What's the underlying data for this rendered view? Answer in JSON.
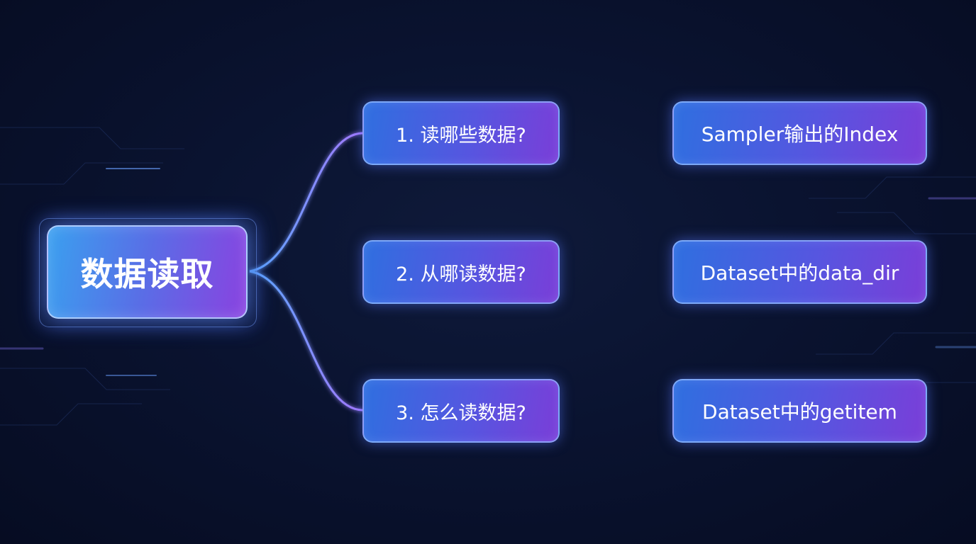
{
  "root": {
    "label": "数据读取"
  },
  "branches": [
    {
      "question": "1. 读哪些数据?",
      "answer": "Sampler输出的Index"
    },
    {
      "question": "2. 从哪读数据?",
      "answer": "Dataset中的data_dir"
    },
    {
      "question": "3. 怎么读数据?",
      "answer": "Dataset中的getitem"
    }
  ],
  "colors": {
    "background": "#0a1330",
    "connector": "#8fb8ff",
    "node_start": "#2f6fe0",
    "node_end": "#7a3ed8"
  }
}
